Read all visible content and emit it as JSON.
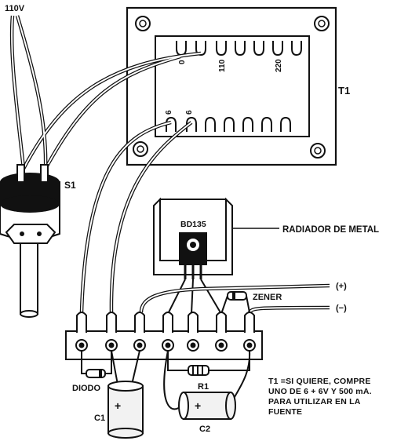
{
  "labels": {
    "voltage": "110V",
    "switch": "S1",
    "transformer": "T1",
    "tap_0": "0",
    "tap_110": "110",
    "tap_220": "220",
    "tap_6a": "6",
    "tap_6b": "6",
    "transistor": "BD135",
    "heatsink": "RADIADOR DE METAL",
    "plus": "(+)",
    "minus": "(−)",
    "zener": "ZENER",
    "diode": "DIODO",
    "resistor": "R1",
    "cap1": "C1",
    "cap2": "C2",
    "cap_plus": "+"
  },
  "note": [
    "T1 =SI QUIERE, COMPRE",
    "UNO DE 6 + 6V Y 500 mA.",
    "PARA UTILIZAR EN LA",
    "FUENTE"
  ],
  "colors": {
    "ink": "#111111",
    "paper": "#ffffff",
    "cap_body": "#f2f2f2"
  }
}
